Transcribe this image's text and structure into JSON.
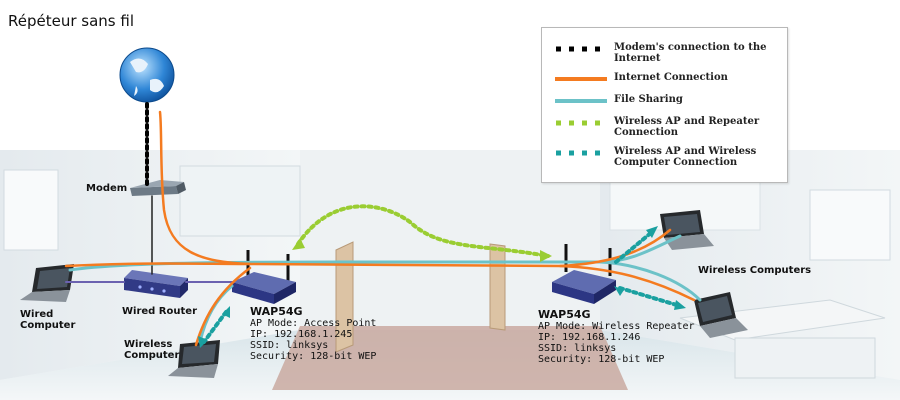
{
  "title": "Répéteur sans fil",
  "legend": [
    {
      "style": "dotted",
      "color": "#000000",
      "label": "Modem's connection to the Internet"
    },
    {
      "style": "solid",
      "color": "#f47b20",
      "label": "Internet Connection"
    },
    {
      "style": "solid",
      "color": "#6cc2c8",
      "label": "File Sharing"
    },
    {
      "style": "dotted",
      "color": "#9acd32",
      "label": "Wireless AP and Repeater Connection"
    },
    {
      "style": "dotted",
      "color": "#1aa0a0",
      "label": "Wireless AP and Wireless Computer Connection"
    }
  ],
  "labels": {
    "modem": "Modem",
    "wired_router": "Wired Router",
    "wired_computer": "Wired Computer",
    "wireless_computer": "Wireless Computer",
    "wireless_computers": "Wireless Computers"
  },
  "ap": {
    "name": "WAP54G",
    "mode": "AP Mode: Access Point",
    "ip": "IP: 192.168.1.245",
    "ssid": "SSID: linksys",
    "security": "Security: 128-bit WEP"
  },
  "repeater": {
    "name": "WAP54G",
    "mode": "AP Mode: Wireless Repeater",
    "ip": "IP: 192.168.1.246",
    "ssid": "SSID: linksys",
    "security": "Security: 128-bit WEP"
  }
}
